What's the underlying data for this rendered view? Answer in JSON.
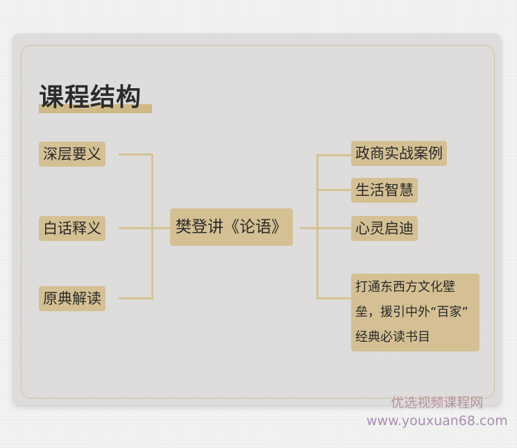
{
  "title": "课程结构",
  "center_node": "樊登讲《论语》",
  "left_nodes": [
    {
      "label": "深层要义"
    },
    {
      "label": "白话释义"
    },
    {
      "label": "原典解读"
    }
  ],
  "right_nodes": [
    {
      "label": "政商实战案例"
    },
    {
      "label": "生活智慧"
    },
    {
      "label": "心灵启迪"
    },
    {
      "label_lines": [
        "打通东西方文化壁",
        "垒，援引中外“百家”",
        "经典必读书目"
      ]
    }
  ],
  "watermark": {
    "line1": "优选视频课程网",
    "line2": "www.youxuan68.com"
  },
  "colors": {
    "node_fill": "#d4c093",
    "connector": "#d6c394",
    "card_bg": "#dddcdb",
    "border": "#cfc29f",
    "title_highlight": "#cfb987"
  }
}
